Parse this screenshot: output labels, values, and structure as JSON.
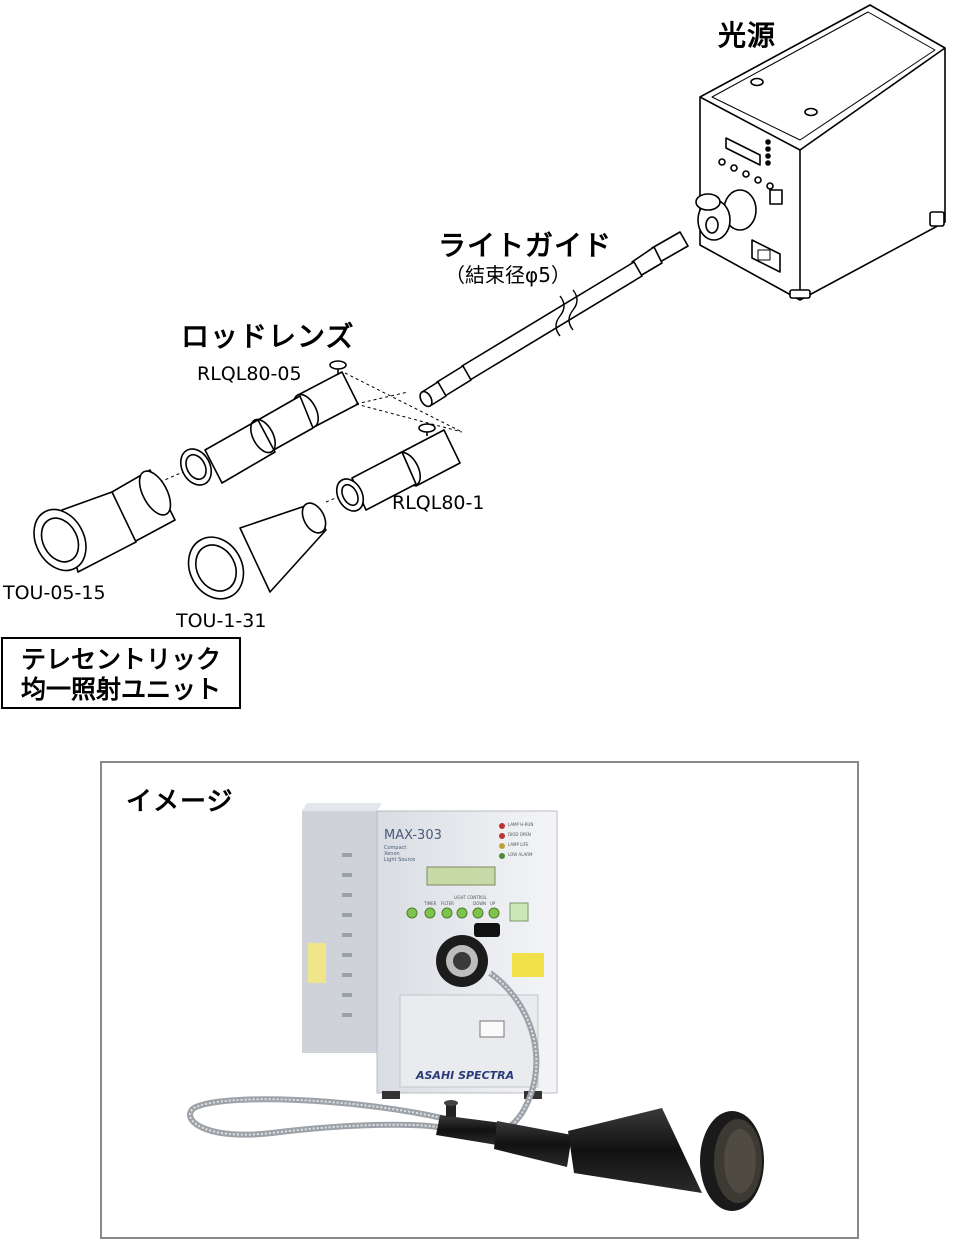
{
  "labels": {
    "light_source": "光源",
    "light_guide": "ライトガイド",
    "light_guide_spec": "（結束径φ5）",
    "rod_lens": "ロッドレンズ",
    "rod_lens_05": "RLQL80-05",
    "rod_lens_1": "RLQL80-1",
    "unit_05": "TOU-05-15",
    "unit_1": "TOU-1-31",
    "unit_title_line1": "テレセントリック",
    "unit_title_line2": "均一照射ユニット"
  },
  "image_section": {
    "title": "イメージ",
    "device_model": "MAX-303",
    "device_subtitle_1": "Compact",
    "device_subtitle_2": "Xenon",
    "device_subtitle_3": "Light Source",
    "brand": "ASAHI SPECTRA",
    "indicators": [
      "LAMP H-RUN",
      "DIOD OPEN",
      "LAMP LIFE",
      "LOW ALARM"
    ],
    "buttons": [
      "TIMER",
      "FILTER",
      "LIGHT CONTROL",
      "DOWN",
      "UP"
    ]
  }
}
